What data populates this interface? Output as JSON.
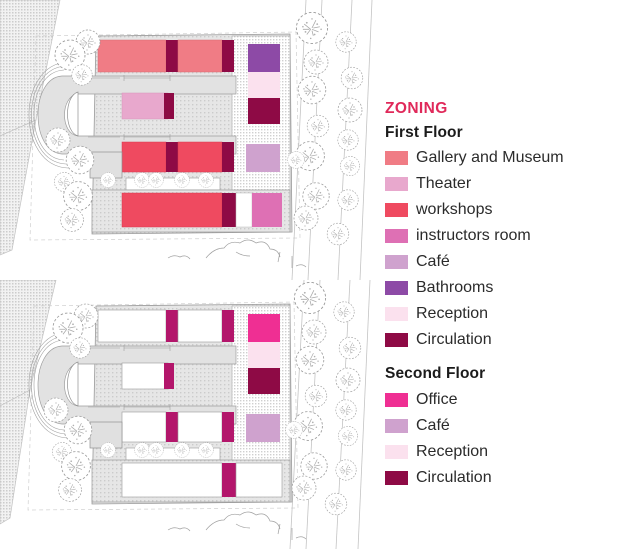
{
  "figure": {
    "kind": "architectural-zoning-plan",
    "panels": [
      {
        "id": "first",
        "name": "first-floor-plan"
      },
      {
        "id": "second",
        "name": "second-floor-plan"
      }
    ]
  },
  "legend": {
    "title": "ZONING",
    "groups": [
      {
        "title": "First Floor",
        "items": [
          {
            "label": "Gallery and Museum",
            "color": "#f07c85"
          },
          {
            "label": "Theater",
            "color": "#e8a8cd"
          },
          {
            "label": "workshops",
            "color": "#ef4a60"
          },
          {
            "label": "instructors room",
            "color": "#de70b4"
          },
          {
            "label": "Café",
            "color": "#cfa2ce"
          },
          {
            "label": "Bathrooms",
            "color": "#8d4aa6"
          },
          {
            "label": "Reception",
            "color": "#fbe1ee"
          },
          {
            "label": "Circulation",
            "color": "#8e0a45"
          }
        ]
      },
      {
        "title": "Second Floor",
        "items": [
          {
            "label": "Office",
            "color": "#ef2f93"
          },
          {
            "label": "Café",
            "color": "#cfa2ce"
          },
          {
            "label": "Reception",
            "color": "#fbe1ee"
          },
          {
            "label": "Circulation",
            "color": "#8e0a45"
          }
        ]
      }
    ]
  },
  "palette": {
    "gallery": "#f07c85",
    "theater": "#e8a8cd",
    "workshops": "#ef4a60",
    "instructors": "#de70b4",
    "cafe": "#cfa2ce",
    "bathrooms": "#8d4aa6",
    "reception": "#fbe1ee",
    "circulation": "#8e0a45",
    "circulation_alt": "#b3166b",
    "office": "#ef2f93",
    "slab": "#d9d9d9",
    "slab_hatch": "#c9c9c9",
    "site_wedge": "#dcdcdc",
    "line": "#8a8a8a",
    "thin_line": "#b5b5b5",
    "white": "#ffffff",
    "title_pink": "#e0295a",
    "text_dark": "#2b2b2b"
  },
  "plan_first": {
    "name": "first-floor-plan",
    "rooms": [
      {
        "name": "gallery-bar-left",
        "zone": "Gallery and Museum"
      },
      {
        "name": "circulation-band-1",
        "zone": "Circulation"
      },
      {
        "name": "gallery-bar-right",
        "zone": "Gallery and Museum"
      },
      {
        "name": "circulation-band-2",
        "zone": "Circulation"
      },
      {
        "name": "bathrooms-block",
        "zone": "Bathrooms"
      },
      {
        "name": "reception-block",
        "zone": "Reception"
      },
      {
        "name": "circulation-core",
        "zone": "Circulation"
      },
      {
        "name": "theater-block",
        "zone": "Theater"
      },
      {
        "name": "circulation-band-3",
        "zone": "Circulation"
      },
      {
        "name": "workshops-bar-left",
        "zone": "workshops"
      },
      {
        "name": "circulation-band-4",
        "zone": "Circulation"
      },
      {
        "name": "workshops-bar-right",
        "zone": "workshops"
      },
      {
        "name": "circulation-band-5",
        "zone": "Circulation"
      },
      {
        "name": "cafe-block",
        "zone": "Café"
      },
      {
        "name": "workshops-bar-bottom",
        "zone": "workshops"
      },
      {
        "name": "circulation-band-6",
        "zone": "Circulation"
      },
      {
        "name": "instructors-room-block",
        "zone": "instructors room"
      }
    ]
  },
  "plan_second": {
    "name": "second-floor-plan",
    "rooms": [
      {
        "name": "circulation-band-1",
        "zone": "Circulation"
      },
      {
        "name": "circulation-band-2",
        "zone": "Circulation"
      },
      {
        "name": "office-block",
        "zone": "Office"
      },
      {
        "name": "reception-block",
        "zone": "Reception"
      },
      {
        "name": "circulation-core",
        "zone": "Circulation"
      },
      {
        "name": "circulation-band-3",
        "zone": "Circulation"
      },
      {
        "name": "circulation-band-4",
        "zone": "Circulation"
      },
      {
        "name": "circulation-band-5",
        "zone": "Circulation"
      },
      {
        "name": "cafe-block",
        "zone": "Café"
      },
      {
        "name": "circulation-band-6",
        "zone": "Circulation"
      }
    ]
  }
}
